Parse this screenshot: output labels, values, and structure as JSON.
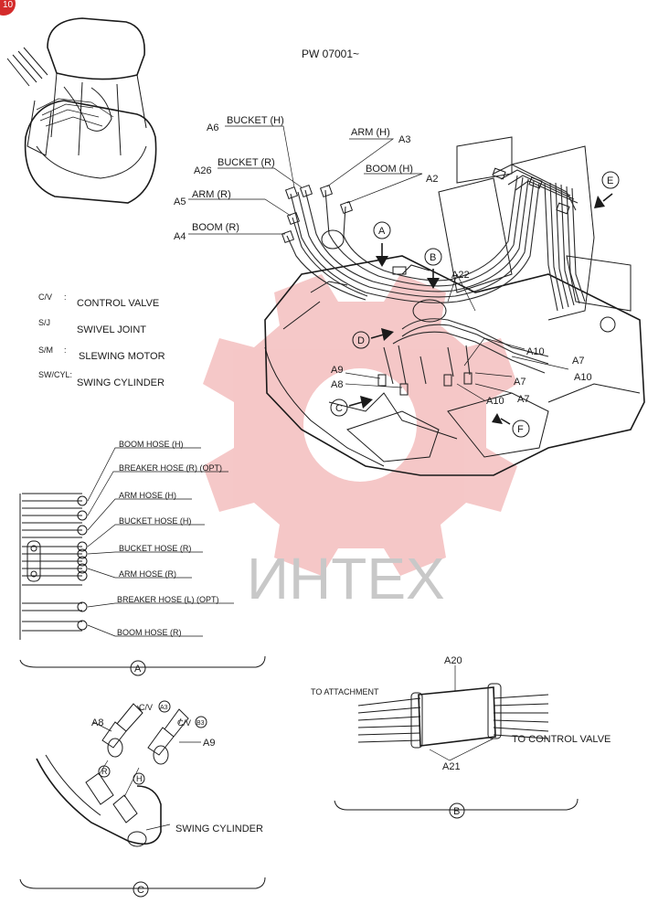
{
  "header": {
    "serial": "PW 07001~",
    "corner_badge": "10"
  },
  "legend": [
    {
      "abbr": "C/V",
      "sep": ":",
      "text": "CONTROL VALVE"
    },
    {
      "abbr": "S/J",
      "sep": "",
      "text": "SWIVEL JOINT"
    },
    {
      "abbr": "S/M",
      "sep": ":",
      "text": "SLEWING MOTOR"
    },
    {
      "abbr": "SW/CYL:",
      "sep": "",
      "text": "SWING CYLINDER"
    }
  ],
  "hoses": {
    "a6": "A6",
    "bucket_h": "BUCKET (H)",
    "a26": "A26",
    "bucket_r": "BUCKET (R)",
    "a5": "A5",
    "arm_r": "ARM (R)",
    "a4": "A4",
    "boom_r": "BOOM (R)",
    "arm_h": "ARM (H)",
    "a3": "A3",
    "boom_h": "BOOM (H)",
    "a2": "A2",
    "a22": "A22",
    "a9": "A9",
    "a8": "A8",
    "a7_1": "A7",
    "a7_2": "A7",
    "a7_3": "A7",
    "a10_1": "A10",
    "a10_2": "A10",
    "a10_3": "A10"
  },
  "callouts": {
    "A": "A",
    "B": "B",
    "C": "C",
    "D": "D",
    "E": "E",
    "F": "F"
  },
  "detail_a": {
    "label": "A",
    "rows": [
      "BOOM HOSE (H)",
      "BREAKER HOSE (R) (OPT)",
      "ARM HOSE (H)",
      "BUCKET HOSE (H)",
      "BUCKET HOSE (R)",
      "ARM HOSE (R)",
      "BREAKER HOSE (L) (OPT)",
      "BOOM HOSE (R)"
    ]
  },
  "detail_b": {
    "label": "B",
    "a20": "A20",
    "a21": "A21",
    "to_attachment": "TO ATTACHMENT",
    "to_control_valve": "TO CONTROL VALVE"
  },
  "detail_c": {
    "label": "C",
    "a8": "A8",
    "a9": "A9",
    "cv_a3_prefix": "C/V",
    "cv_a3_port": "A3",
    "cv_b3_prefix": "C/V",
    "cv_b3_port": "B3",
    "r_mark": "R",
    "h_mark": "H",
    "swing_cylinder": "SWING CYLINDER"
  },
  "watermark": {
    "text": "ИНТЕХ",
    "color": "#f2b5b5"
  }
}
